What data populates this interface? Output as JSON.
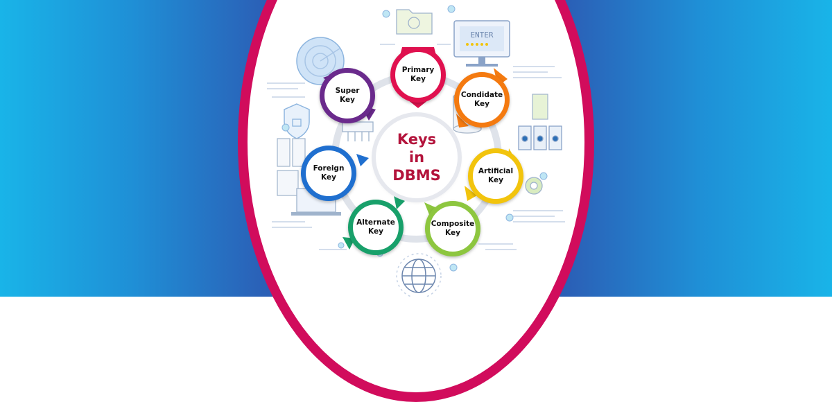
{
  "title": {
    "line1": "Keys",
    "line2": "in",
    "line3": "DBMS"
  },
  "keys": [
    {
      "label": "Primary\nKey",
      "color": "#e0114f"
    },
    {
      "label": "Condidate\nKey",
      "color": "#f47a10"
    },
    {
      "label": "Artificial\nKey",
      "color": "#f2c40d"
    },
    {
      "label": "Composite\nKey",
      "color": "#8dc63f"
    },
    {
      "label": "Alternate\nKey",
      "color": "#18a06a"
    },
    {
      "label": "Foreign\nKey",
      "color": "#1f6fcf"
    },
    {
      "label": "Super\nKey",
      "color": "#6a2a8c"
    }
  ],
  "illustration": {
    "screen_text": "ENTER"
  },
  "colors": {
    "background_edge": "#19b4e8",
    "background_center": "#2d55ad",
    "ring": "#d10c5c",
    "title": "#b3133b"
  }
}
